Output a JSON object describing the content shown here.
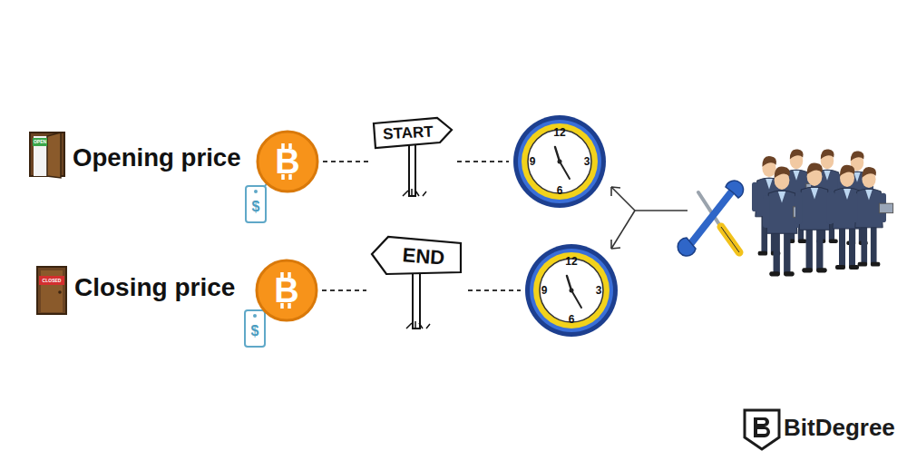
{
  "diagram": {
    "nodes": [
      {
        "text": [
          "B"
        ]
      },
      {
        "text": [
          "START"
        ]
      },
      {
        "text": [
          "12",
          "3",
          "6",
          "9"
        ]
      },
      {
        "text": [
          "B"
        ]
      },
      {
        "text": [
          "END"
        ]
      },
      {
        "text": [
          "12",
          "3",
          "6",
          "9"
        ]
      }
    ],
    "edges": [
      {
        "from": 0,
        "to": 1,
        "arrow": "none"
      },
      {
        "from": 1,
        "to": 2,
        "arrow": "none"
      },
      {
        "from": 3,
        "to": 4,
        "arrow": "none"
      },
      {
        "from": 4,
        "to": 5,
        "arrow": "none"
      }
    ],
    "labels": [
      "OPEN",
      "Opening price",
      "$",
      "CLOSED",
      "Closing price",
      "$",
      "BitDegree"
    ]
  }
}
